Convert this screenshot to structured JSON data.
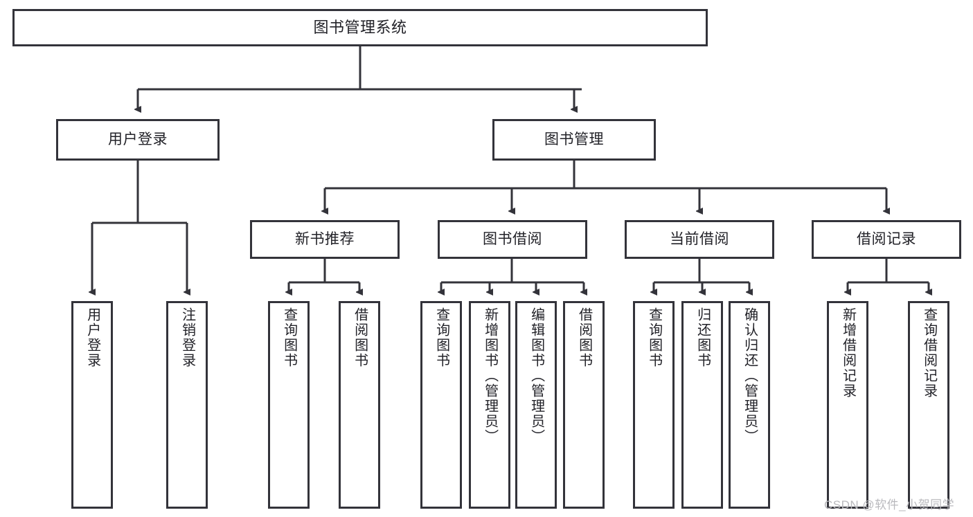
{
  "diagram": {
    "title": "图书管理系统",
    "type": "tree-hierarchy",
    "stroke_color": "#33333a",
    "fill_color": "#ffffff",
    "text_color": "#222228"
  },
  "root": {
    "label": "图书管理系统"
  },
  "level1": [
    {
      "label": "用户登录"
    },
    {
      "label": "图书管理"
    }
  ],
  "level2": [
    {
      "label": "新书推荐"
    },
    {
      "label": "图书借阅"
    },
    {
      "label": "当前借阅"
    },
    {
      "label": "借阅记录"
    }
  ],
  "leaves": {
    "user_login": [
      {
        "label": "用户登录"
      },
      {
        "label": "注销登录"
      }
    ],
    "new_book": [
      {
        "label": "查询图书"
      },
      {
        "label": "借阅图书"
      }
    ],
    "borrow_book": [
      {
        "label": "查询图书"
      },
      {
        "label": "新增图书（管理员）"
      },
      {
        "label": "编辑图书（管理员）"
      },
      {
        "label": "借阅图书"
      }
    ],
    "current_borrow": [
      {
        "label": "查询图书"
      },
      {
        "label": "归还图书"
      },
      {
        "label": "确认归还（管理员）"
      }
    ],
    "borrow_record": [
      {
        "label": "新增借阅记录"
      },
      {
        "label": "查询借阅记录"
      }
    ]
  },
  "watermark": {
    "text": "CSDN @软件_小贺同学"
  }
}
